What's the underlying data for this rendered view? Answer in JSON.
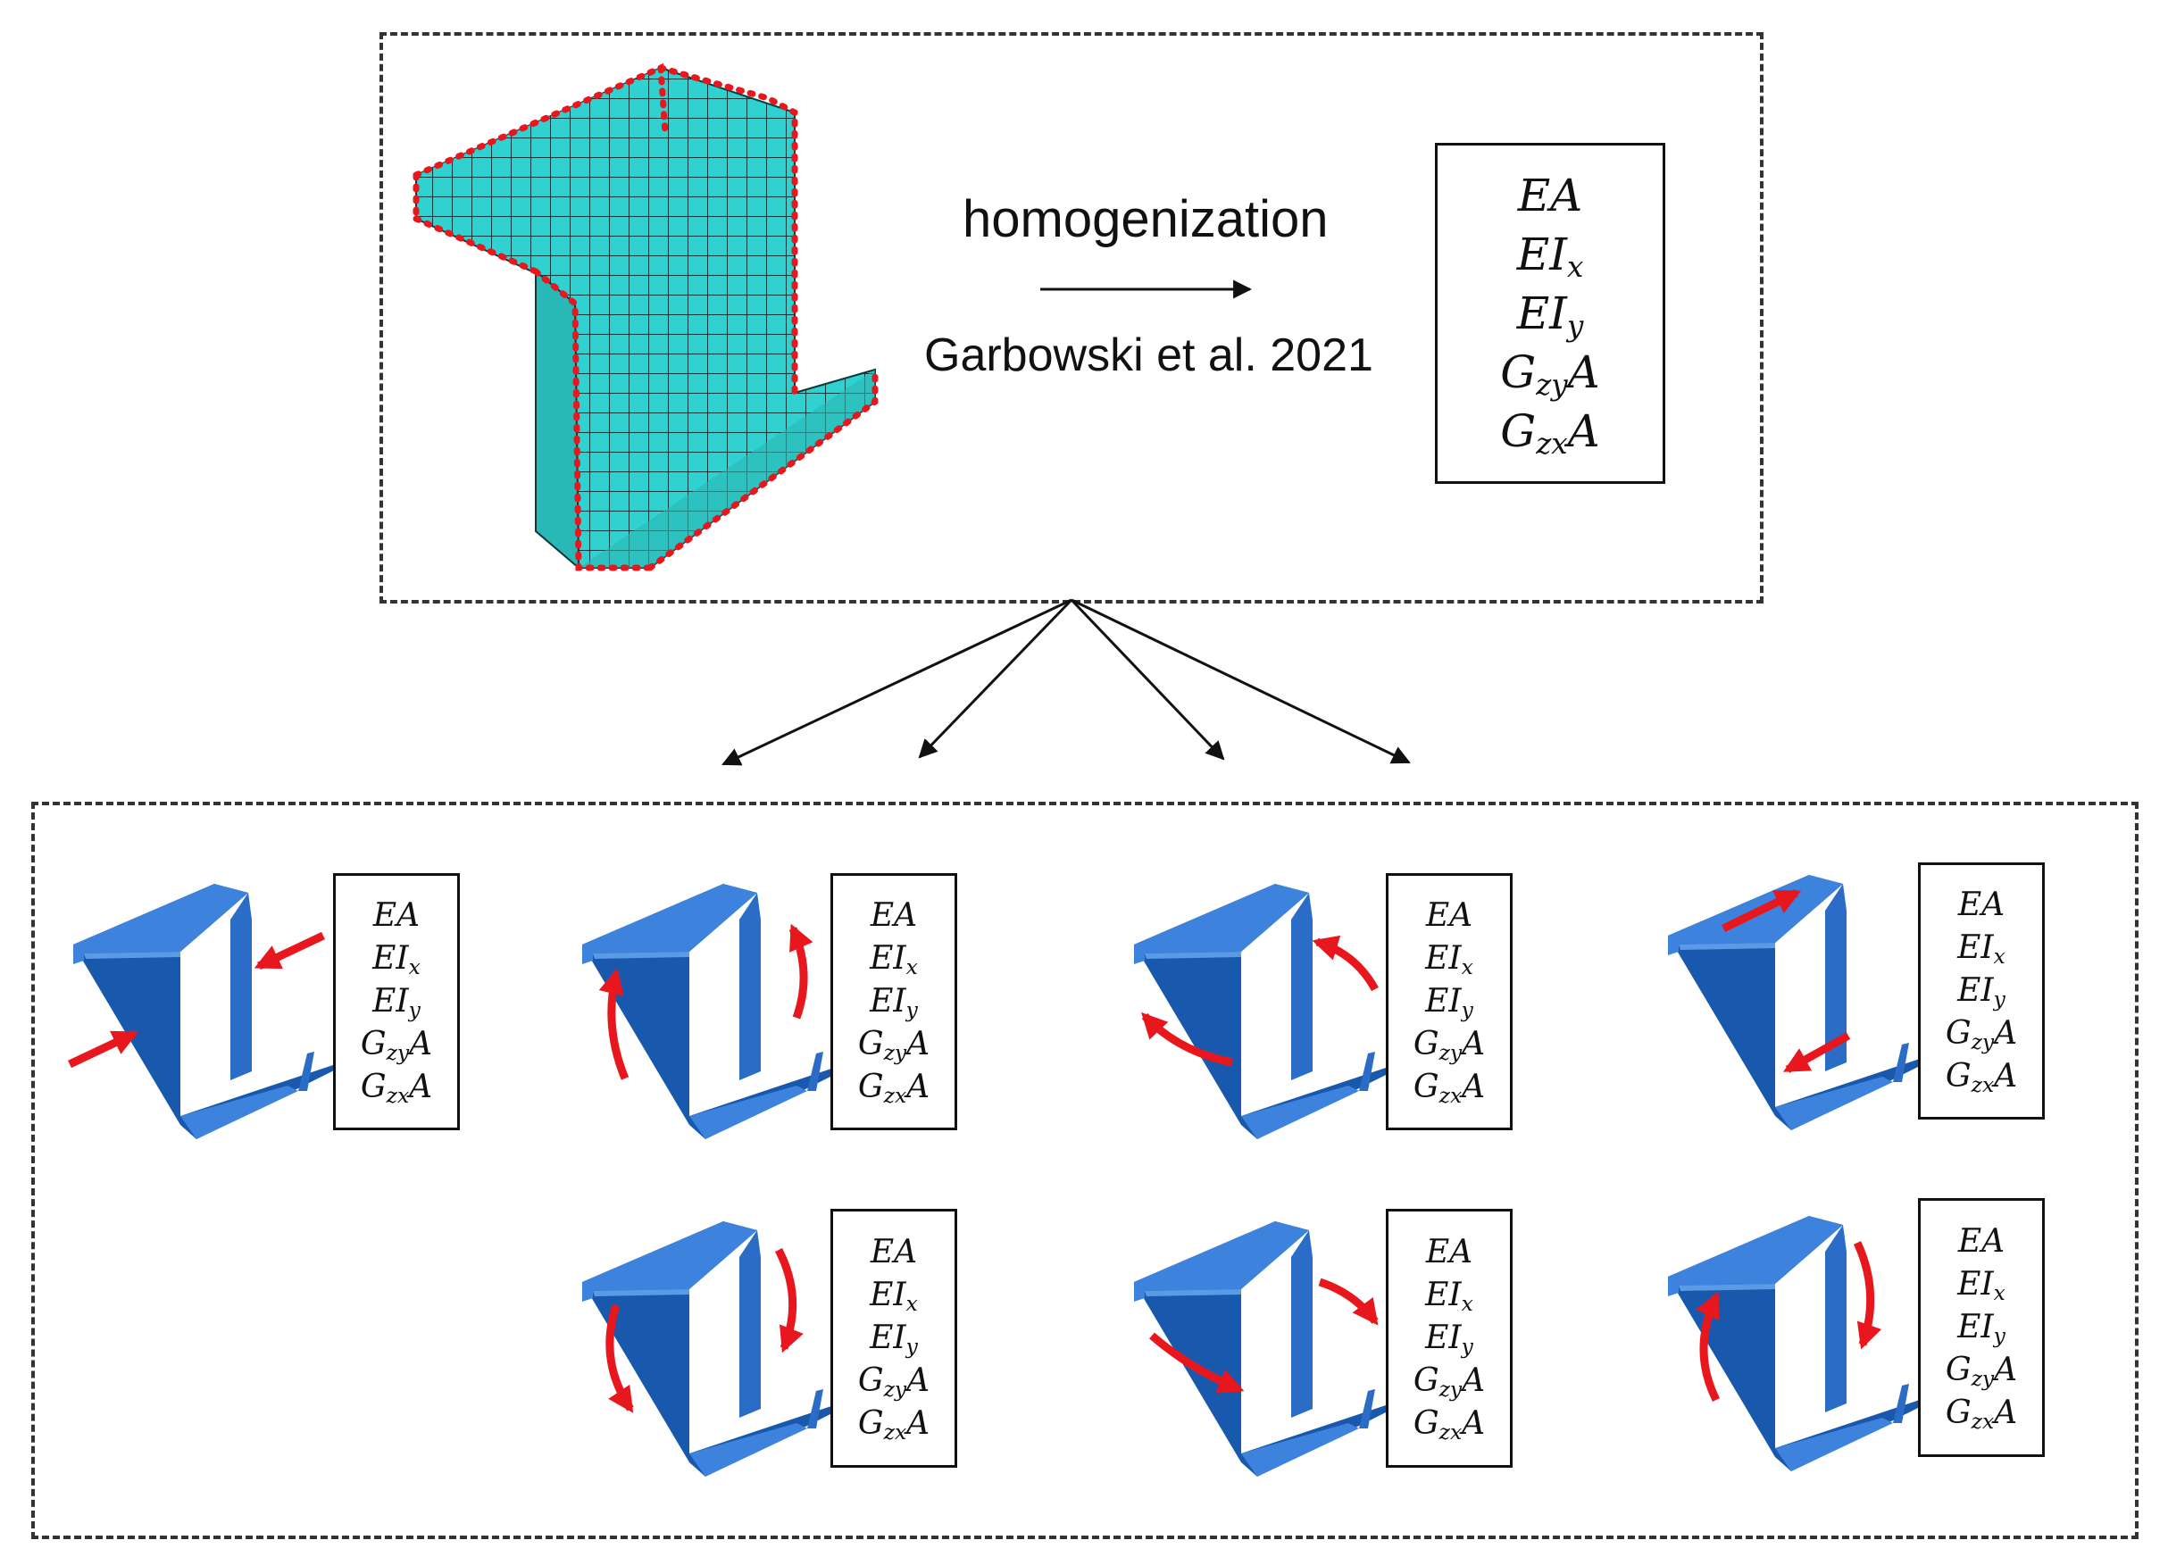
{
  "process": {
    "arrow_label": "homogenization",
    "reference": "Garbowski et al. 2021"
  },
  "parameters": [
    "EA",
    "EIx",
    "EIy",
    "GzyA",
    "GzxA"
  ],
  "parameter_parts": [
    {
      "main": "EA",
      "sub": ""
    },
    {
      "main": "EI",
      "sub": "x"
    },
    {
      "main": "EI",
      "sub": "y"
    },
    {
      "main": "G",
      "sub": "zy",
      "tail": "A"
    },
    {
      "main": "G",
      "sub": "zx",
      "tail": "A"
    }
  ],
  "colors": {
    "mesh_fill": "#2fd2d0",
    "mesh_line": "#0c3a3a",
    "boundary_nodes": "#e8171e",
    "beam_light": "#3d82dc",
    "beam_dark": "#1859ad",
    "load_arrows": "#e8171e",
    "frame": "#333333"
  },
  "load_cases": [
    {
      "id": "axial-compression",
      "arrow_icon": "straight-arrows-inward"
    },
    {
      "id": "bending-about-x",
      "arrow_icon": "curved-arrows-up"
    },
    {
      "id": "bending-about-y",
      "arrow_icon": "curved-arrows-left"
    },
    {
      "id": "transverse-shear-zy",
      "arrow_icon": "straight-arrows-along-flanges"
    },
    {
      "id": "bending-reverse-x",
      "arrow_icon": "curved-arrows-down"
    },
    {
      "id": "bending-reverse-y",
      "arrow_icon": "curved-arrows-right"
    },
    {
      "id": "transverse-shear-zx",
      "arrow_icon": "curved-arrows-opposite"
    }
  ]
}
